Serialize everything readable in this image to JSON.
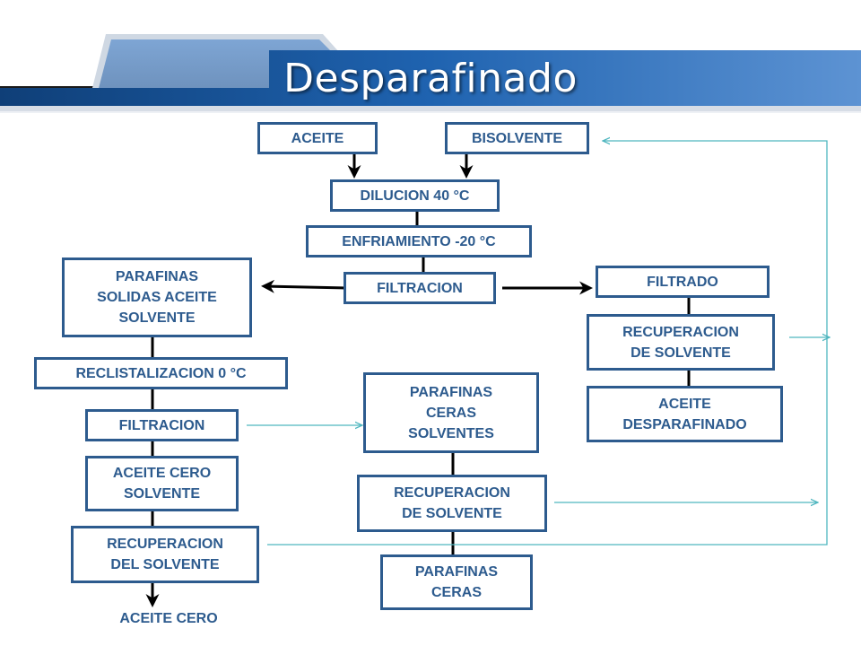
{
  "slide": {
    "title": "Desparafinado"
  },
  "boxes": {
    "aceite": "ACEITE",
    "bisolvente": "BISOLVENTE",
    "dilucion": "DILUCION 40 °C",
    "enfriamiento": "ENFRIAMIENTO -20 °C",
    "filtracion_main": "FILTRACION",
    "parafinas_solidas": "PARAFINAS\nSOLIDAS ACEITE\nSOLVENTE",
    "filtrado": "FILTRADO",
    "recuperacion_solvente_right": "RECUPERACION\nDE SOLVENTE",
    "aceite_desparafinado": "ACEITE\nDESPARAFINADO",
    "recristalizacion": "RECLISTALIZACION 0 °C",
    "filtracion_left": "FILTRACION",
    "parafinas_ceras_solventes": "PARAFINAS\nCERAS\nSOLVENTES",
    "aceite_cero_solvente": "ACEITE CERO\nSOLVENTE",
    "recuperacion_solvente_mid": "RECUPERACION\nDE SOLVENTE",
    "recuperacion_del_solvente": "RECUPERACION\nDEL SOLVENTE",
    "parafinas_ceras": "PARAFINAS\nCERAS",
    "aceite_cero": "ACEITE CERO"
  },
  "colors": {
    "box_border": "#2d5b8e",
    "text": "#2d5b8e",
    "recycle_line": "#4fb6bf",
    "header_blue": "#1f5fa8"
  }
}
